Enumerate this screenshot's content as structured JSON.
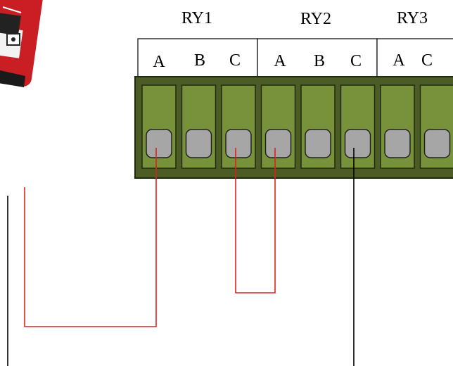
{
  "relays": [
    {
      "title": "RY1",
      "terminals": [
        "A",
        "B",
        "C"
      ]
    },
    {
      "title": "RY2",
      "terminals": [
        "A",
        "B",
        "C"
      ]
    },
    {
      "title": "RY3",
      "terminals": [
        "A",
        "C"
      ]
    }
  ],
  "colors": {
    "block_frame": "#4b5d24",
    "slot_green": "#77923a",
    "slot_outline": "#1f2a0e",
    "screw_fill": "#a6a6a6",
    "screw_outline": "#222222",
    "wire_red": "#e02020",
    "wire_black": "#000000",
    "generator_red": "#c81e24"
  },
  "icons": {
    "generator": "generator-icon"
  }
}
